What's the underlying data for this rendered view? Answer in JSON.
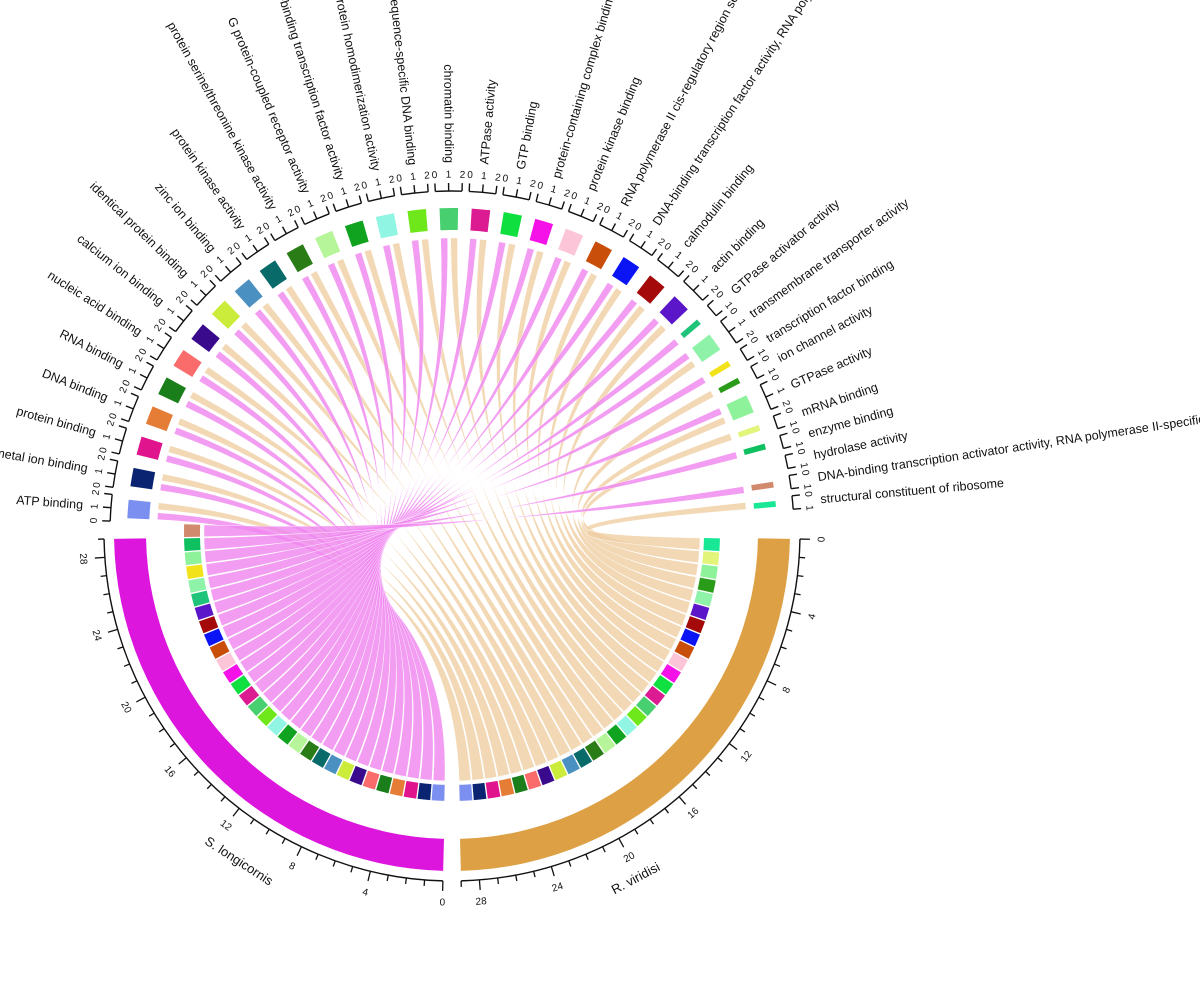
{
  "chart_data": {
    "type": "chord",
    "title": "",
    "species": [
      {
        "name": "S. longicornis",
        "total": 29,
        "color": "#dd16dd",
        "tick_labels": [
          "0",
          "4",
          "8",
          "12",
          "16",
          "20",
          "24",
          "28"
        ]
      },
      {
        "name": "R. viridisi",
        "total": 29,
        "color": "#dea044",
        "tick_labels": [
          "0",
          "4",
          "8",
          "12",
          "16",
          "20",
          "24",
          "28"
        ]
      }
    ],
    "terms": [
      {
        "name": "ATP binding",
        "value": 2,
        "s_longicornis": 1,
        "r_viridisi": 1,
        "color": "#7b8ff0"
      },
      {
        "name": "metal ion binding",
        "value": 2,
        "s_longicornis": 1,
        "r_viridisi": 1,
        "color": "#0a2472"
      },
      {
        "name": "protein binding",
        "value": 2,
        "s_longicornis": 1,
        "r_viridisi": 1,
        "color": "#e0148c"
      },
      {
        "name": "DNA binding",
        "value": 2,
        "s_longicornis": 1,
        "r_viridisi": 1,
        "color": "#e57d37"
      },
      {
        "name": "RNA binding",
        "value": 2,
        "s_longicornis": 1,
        "r_viridisi": 1,
        "color": "#1a7f1a"
      },
      {
        "name": "nucleic acid binding",
        "value": 2,
        "s_longicornis": 1,
        "r_viridisi": 1,
        "color": "#fa6b6b"
      },
      {
        "name": "calcium ion binding",
        "value": 2,
        "s_longicornis": 1,
        "r_viridisi": 1,
        "color": "#3a0a8c"
      },
      {
        "name": "identical protein binding",
        "value": 2,
        "s_longicornis": 1,
        "r_viridisi": 1,
        "color": "#cbec3a"
      },
      {
        "name": "zinc ion binding",
        "value": 2,
        "s_longicornis": 1,
        "r_viridisi": 1,
        "color": "#4a90c0"
      },
      {
        "name": "protein kinase activity",
        "value": 2,
        "s_longicornis": 1,
        "r_viridisi": 1,
        "color": "#096a6a"
      },
      {
        "name": "protein serine/threonine kinase activity",
        "value": 2,
        "s_longicornis": 1,
        "r_viridisi": 1,
        "color": "#2a7c16"
      },
      {
        "name": "G protein-coupled receptor activity",
        "value": 2,
        "s_longicornis": 1,
        "r_viridisi": 1,
        "color": "#b6f59a"
      },
      {
        "name": "DNA-binding transcription factor activity",
        "value": 2,
        "s_longicornis": 1,
        "r_viridisi": 1,
        "color": "#0fa31f"
      },
      {
        "name": "protein homodimerization activity",
        "value": 2,
        "s_longicornis": 1,
        "r_viridisi": 1,
        "color": "#90f5e2"
      },
      {
        "name": "sequence-specific DNA binding",
        "value": 2,
        "s_longicornis": 1,
        "r_viridisi": 1,
        "color": "#6ee81a"
      },
      {
        "name": "chromatin binding",
        "value": 2,
        "s_longicornis": 1,
        "r_viridisi": 1,
        "color": "#48d070"
      },
      {
        "name": "ATPase activity",
        "value": 2,
        "s_longicornis": 1,
        "r_viridisi": 1,
        "color": "#dc1a92"
      },
      {
        "name": "GTP binding",
        "value": 2,
        "s_longicornis": 1,
        "r_viridisi": 1,
        "color": "#0fe040"
      },
      {
        "name": "protein-containing complex binding",
        "value": 2,
        "s_longicornis": 1,
        "r_viridisi": 1,
        "color": "#f512e8"
      },
      {
        "name": "protein kinase binding",
        "value": 2,
        "s_longicornis": 1,
        "r_viridisi": 1,
        "color": "#fcc6d8"
      },
      {
        "name": "RNA polymerase II cis-regulatory region sequence-specific DNA binding",
        "value": 2,
        "s_longicornis": 1,
        "r_viridisi": 1,
        "color": "#c84e0a"
      },
      {
        "name": "DNA-binding transcription factor activity, RNA polymerase II-specific",
        "value": 2,
        "s_longicornis": 1,
        "r_viridisi": 1,
        "color": "#0a14f5"
      },
      {
        "name": "calmodulin binding",
        "value": 2,
        "s_longicornis": 1,
        "r_viridisi": 1,
        "color": "#a40a0a"
      },
      {
        "name": "actin binding",
        "value": 2,
        "s_longicornis": 1,
        "r_viridisi": 1,
        "color": "#5a16c8"
      },
      {
        "name": "GTPase activator activity",
        "value": 1,
        "s_longicornis": 1,
        "r_viridisi": 0,
        "color": "#1fc47a"
      },
      {
        "name": "transmembrane transporter activity",
        "value": 2,
        "s_longicornis": 1,
        "r_viridisi": 1,
        "color": "#8ef2a8"
      },
      {
        "name": "transcription factor binding",
        "value": 1,
        "s_longicornis": 1,
        "r_viridisi": 0,
        "color": "#f2e21a"
      },
      {
        "name": "ion channel activity",
        "value": 1,
        "s_longicornis": 0,
        "r_viridisi": 1,
        "color": "#2a9c1a"
      },
      {
        "name": "GTPase activity",
        "value": 2,
        "s_longicornis": 1,
        "r_viridisi": 1,
        "color": "#8ef29a"
      },
      {
        "name": "mRNA binding",
        "value": 1,
        "s_longicornis": 0,
        "r_viridisi": 1,
        "color": "#e2f57a"
      },
      {
        "name": "enzyme binding",
        "value": 1,
        "s_longicornis": 1,
        "r_viridisi": 0,
        "color": "#0fc060"
      },
      {
        "name": "hydrolase activity",
        "value": 0,
        "s_longicornis": 0,
        "r_viridisi": 0,
        "color": "#ffffff"
      },
      {
        "name": "DNA-binding transcription activator activity, RNA polymerase II-specific",
        "value": 1,
        "s_longicornis": 1,
        "r_viridisi": 0,
        "color": "#d28a6e"
      },
      {
        "name": "structural constituent of ribosome",
        "value": 1,
        "s_longicornis": 0,
        "r_viridisi": 1,
        "color": "#18e896"
      }
    ],
    "term_tick_labels": [
      "0",
      "1",
      "2"
    ]
  }
}
